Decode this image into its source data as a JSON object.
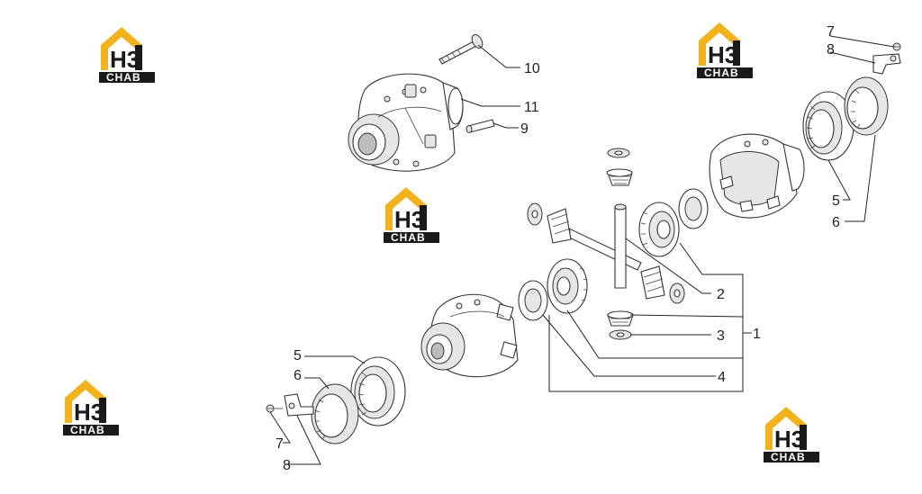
{
  "diagram": {
    "callouts": {
      "c10": "10",
      "c11": "11",
      "c9": "9",
      "c7_top": "7",
      "c8_top": "8",
      "c5_top": "5",
      "c6_top": "6",
      "c2": "2",
      "c3": "3",
      "c1": "1",
      "c4": "4",
      "c5_bottom": "5",
      "c6_bottom": "6",
      "c7_bottom": "7",
      "c8_bottom": "8"
    }
  },
  "watermark": {
    "letters": "H3",
    "caption": "CHAB"
  },
  "colors": {
    "logo_yellow": "#f2b21c",
    "logo_dark": "#1a1a1a",
    "line": "#222222"
  }
}
